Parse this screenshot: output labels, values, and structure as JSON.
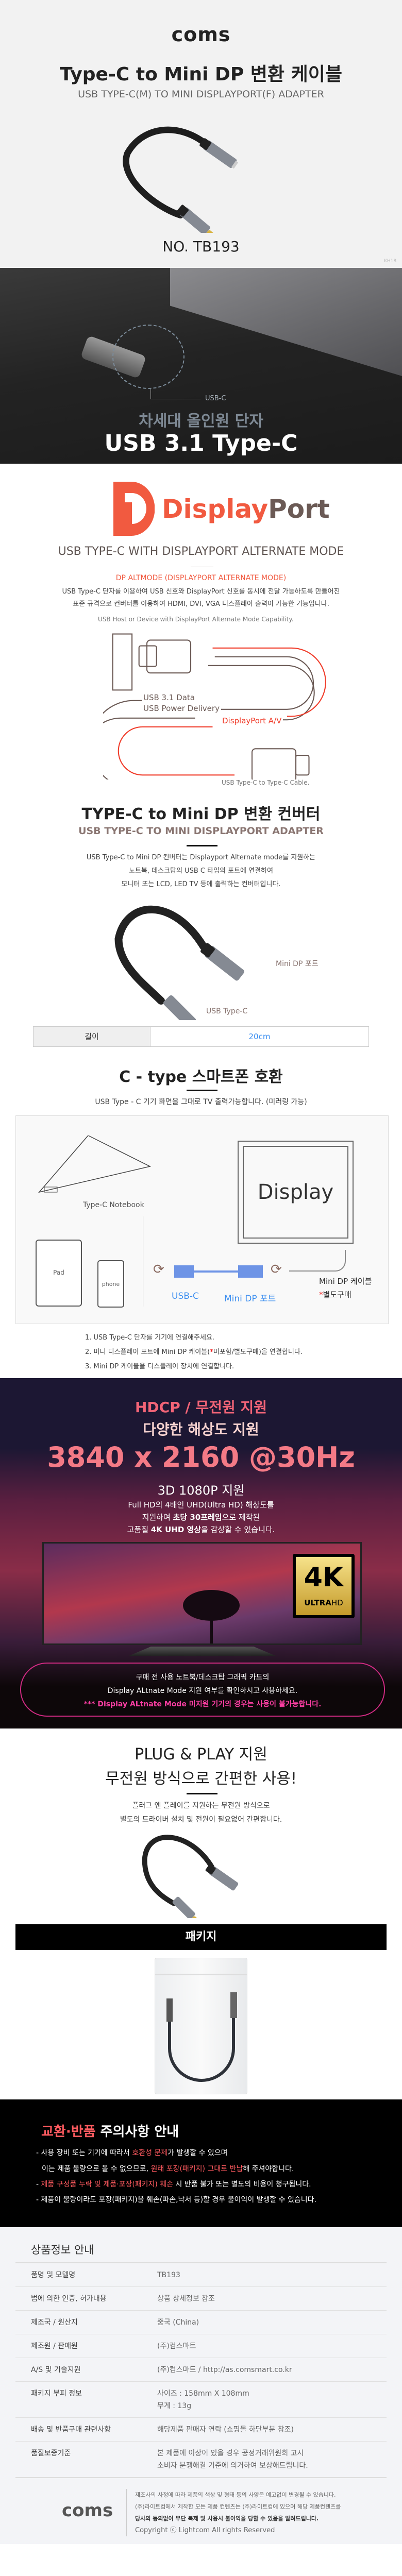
{
  "hero": {
    "brand": "coms",
    "title": "Type-C to Mini DP 변환 케이블",
    "subtitle": "USB TYPE-C(M) TO MINI DISPLAYPORT(F) ADAPTER",
    "model": "NO. TB193",
    "code": "KH18"
  },
  "usbc": {
    "callout": "USB-C",
    "headline": "차세대 올인원 단자",
    "title": "USB 3.1 Type-C"
  },
  "dp": {
    "logo_display": "Display",
    "logo_port": "Port",
    "subtitle": "USB TYPE-C WITH DISPLAYPORT ALTERNATE MODE",
    "heading": "DP ALTMODE (DISPLAYPORT ALTERNATE MODE)",
    "lines": [
      "USB Type-C 단자를 이용하여 USB 신호와 DisplayPort 신호를 동시에 전달 가능하도록 만들어진",
      "표준 규격으로 컨버터를 이용하여 HDMI, DVI, VGA 디스플레이 출력이 가능한 기능입니다."
    ],
    "diagram": {
      "top": "USB Host or Device with DisplayPort Alternate Mode Capability.",
      "data": "USB 3.1 Data",
      "power": "USB Power Delivery",
      "av": "DisplayPort A/V",
      "bottom": "USB Type-C to Type-C Cable."
    }
  },
  "converter": {
    "title": "TYPE-C to Mini DP 변환 컨버터",
    "subtitle": "USB TYPE-C TO MINI DISPLAYPORT ADAPTER",
    "lines": [
      "USB Type-C to Mini DP 컨버터는 Displayport Alternate mode를 지원하는",
      "노트북, 데스크탑의 USB C 타입의 포트에 연결하여",
      "모니터 또는 LCD, LED TV 등에 출력하는 컨버터입니다."
    ],
    "label_dp": "Mini DP 포트",
    "label_c": "USB Type-C",
    "spec": {
      "label": "길이",
      "value": "20cm"
    }
  },
  "ctype": {
    "title": "C - type 스마트폰 호환",
    "desc": "USB Type - C 기기 화면을 그대로 TV 출력가능합니다. (미러링 가능)",
    "diagram": {
      "notebook": "Type-C Notebook",
      "pad": "Pad",
      "phone": "phone",
      "display": "Display",
      "usbc": "USB-C",
      "minidp": "Mini DP 포트",
      "cable": "Mini DP 케이블",
      "cable_note_star": "*",
      "cable_note": "별도구매"
    },
    "steps": [
      "1. USB Type-C 단자를 기기에 연결해주세요.",
      "2. 미니 디스플레이 포트에 Mini DP 케이블(",
      "*",
      "미포함/별도구매)을 연결합니다.",
      "3. Mini DP 케이블을 디스플레이 장치에 연결합니다."
    ]
  },
  "hdcp": {
    "title": "HDCP / 무전원 지원",
    "subtitle": "다양한 해상도 지원",
    "resolution": "3840 x 2160 @30Hz",
    "sub2": "3D 1080P 지원",
    "lines": [
      "Full HD의 4배인 UHD(Ultra HD) 해상도를",
      "지원하여 ",
      "초당 30프레임",
      "으로 제작된",
      "고품질 ",
      "4K UHD 영상",
      "을 감상할 수 있습니다."
    ],
    "badge_big": "4K",
    "badge_small_a": "ULTRA",
    "badge_small_b": "HD",
    "notice": [
      "구매 전 사용 노트북/데스크탑 그래픽 카드의",
      "Display ALtnate Mode 지원 여부를 확인하시고 사용하세요.",
      "*** Display ALtnate Mode 미지원 기기의 경우는 사용이 불가능합니다."
    ]
  },
  "plug": {
    "title": "PLUG & PLAY 지원",
    "subtitle": "무전원 방식으로 간편한 사용!",
    "lines": [
      "플러그 앤 플레이를 지원하는 무전원 방식으로",
      "별도의 드라이버 설치 및 전원이 필요없어 간편합니다."
    ],
    "package": "패키지"
  },
  "notice": {
    "title_red": "교환·반품",
    "title_white": " 주의사항 안내",
    "l1": [
      "- 사용 장비 또는 기기에 따라서 ",
      "호환성 문제",
      "가 발생할 수 있으며"
    ],
    "l2": [
      "이는 제품 불량으로 볼 수 없으므로, ",
      "원래 포장(패키지) 그대로 반납",
      "해 주셔야합니다."
    ],
    "l3": [
      "- ",
      "제품 구성품 누락 및  제품·포장(패키지) 훼손",
      " 시 반품 불가 또는 별도의 비용이 청구됩니다."
    ],
    "l4": "- 제품이 불량이라도 포장(패키지)을 훼손(파손,낙서 등)할 경우 불이익이 발생할 수 있습니다."
  },
  "info": {
    "title": "상품정보 안내",
    "rows": [
      {
        "k": "품명 및 모델명",
        "v": [
          "TB193"
        ]
      },
      {
        "k": "법에 의한 인증, 허가내용",
        "v": [
          "상품 상세정보 참조"
        ]
      },
      {
        "k": "제조국 / 원산지",
        "v": [
          "중국 (China)"
        ]
      },
      {
        "k": "제조원 / 판매원",
        "v": [
          "(주)컴스마트"
        ]
      },
      {
        "k": "A/S 및 기술지원",
        "v": [
          "(주)컴스마트 / http://as.comsmart.co.kr"
        ]
      },
      {
        "k": "패키지 부피 정보",
        "v": [
          "사이즈 : 158mm X 108mm",
          "무게 : 13g"
        ]
      },
      {
        "k": "배송 및 반품구매 관련사항",
        "v": [
          "해당제품 판매자 연락 (쇼핑몰 하단부분 참조)"
        ]
      },
      {
        "k": "품질보증기준",
        "v": [
          "본 제품에 이상이 있을 경우 공정거래위원회 고시",
          "소비자 분쟁해결 기준에 의거하여 보상해드립니다."
        ]
      }
    ],
    "footer_brand": "coms",
    "footer": [
      "제조사의 사정에 따라 제품의 색상 및 형태 등의 사양은 예고없이 변경될 수 있습니다.",
      "(주)라이트컴에서 제작한 모든 제품 컨텐츠는 (주)라이트컴에 있으며 해당 제품컨텐츠를",
      "당사의 동의없이 무단 복제 및 사용시 불이익을 당할 수 있음을 알려드립니다.",
      "Copyright ⓒ Lightcom All rights Reserved"
    ]
  },
  "colors": {
    "dp_red": "#f15a40",
    "dp_brown": "#6b5a55",
    "pink": "#e8247c",
    "blue": "#3d8ff0",
    "notice_red": "#ff5a5f"
  }
}
